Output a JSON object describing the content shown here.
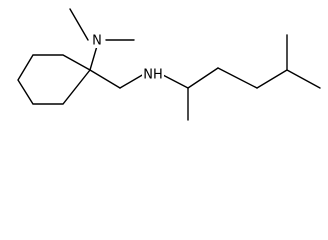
{
  "figure_type": "skeletal-formula",
  "atoms": [
    {
      "id": "n1",
      "element": "N",
      "label": "N"
    },
    {
      "id": "n2",
      "element": "NH",
      "label": "NH"
    }
  ],
  "colors": {
    "bond": "#000000",
    "text": "#000000",
    "background": "#ffffff"
  }
}
